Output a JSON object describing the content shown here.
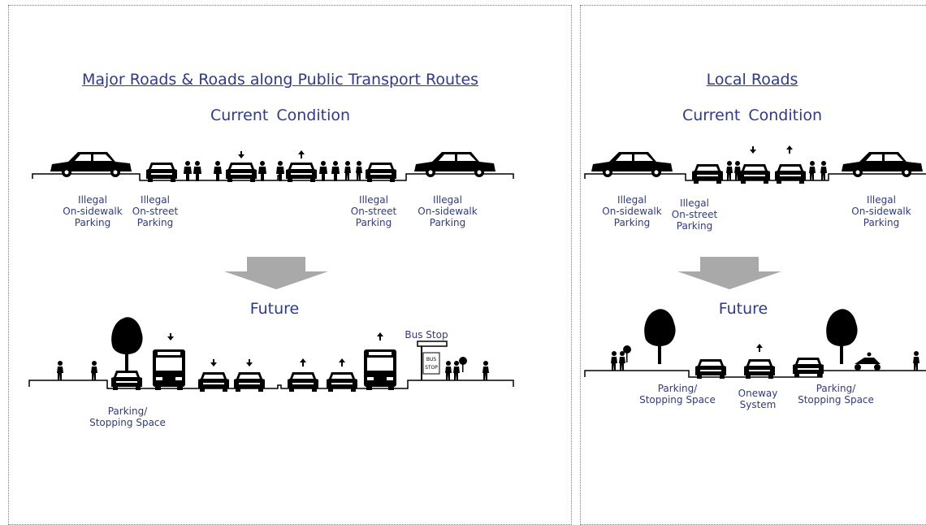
{
  "left": {
    "title": "Major Roads & Roads along Public Transport Routes",
    "current": "Current  Condition",
    "future": "Future",
    "current_labels": [
      [
        "Illegal",
        "On-sidewalk",
        "Parking"
      ],
      [
        "Illegal",
        "On-street",
        "Parking"
      ],
      [
        "Illegal",
        "On-street",
        "Parking"
      ],
      [
        "Illegal",
        "On-sidewalk",
        "Parking"
      ]
    ],
    "future_labels": [
      [
        "Parking/",
        "Stopping Space"
      ]
    ],
    "bus_stop_label": "Bus Stop",
    "bus_sign_text": [
      "BUS",
      "STOP"
    ]
  },
  "right": {
    "title": "Local Roads",
    "current": "Current  Condition",
    "future": "Future",
    "current_labels": [
      [
        "Illegal",
        "On-sidewalk",
        "Parking"
      ],
      [
        "Illegal",
        "On-street",
        "Parking"
      ],
      [
        "Illegal",
        "On-sidewalk",
        "Parking"
      ]
    ],
    "future_labels": [
      [
        "Parking/",
        "Stopping Space"
      ],
      [
        "Oneway",
        "System"
      ],
      [
        "Parking/",
        "Stopping Space"
      ]
    ]
  },
  "colors": {
    "text": "#2e3a8c",
    "arrow": "#a9a9a9",
    "ink": "#000000"
  }
}
